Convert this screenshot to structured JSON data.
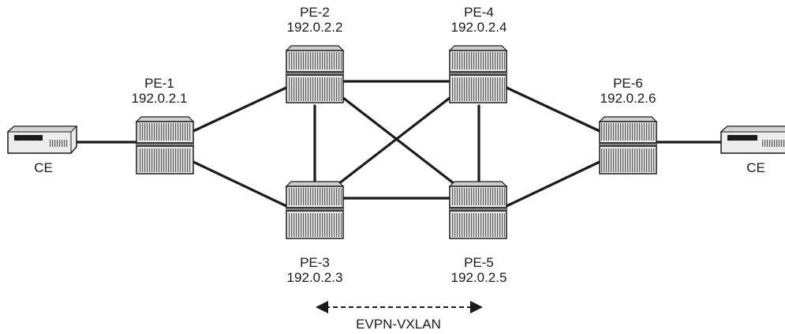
{
  "nodes": {
    "pe1": {
      "name": "PE-1",
      "ip": "192.0.2.1"
    },
    "pe2": {
      "name": "PE-2",
      "ip": "192.0.2.2"
    },
    "pe3": {
      "name": "PE-3",
      "ip": "192.0.2.3"
    },
    "pe4": {
      "name": "PE-4",
      "ip": "192.0.2.4"
    },
    "pe5": {
      "name": "PE-5",
      "ip": "192.0.2.5"
    },
    "pe6": {
      "name": "PE-6",
      "ip": "192.0.2.6"
    },
    "ce_left": {
      "name": "CE"
    },
    "ce_right": {
      "name": "CE"
    }
  },
  "links": [
    [
      "ce_left",
      "pe1"
    ],
    [
      "pe1",
      "pe2"
    ],
    [
      "pe1",
      "pe3"
    ],
    [
      "pe2",
      "pe4"
    ],
    [
      "pe2",
      "pe3"
    ],
    [
      "pe2",
      "pe5"
    ],
    [
      "pe3",
      "pe4"
    ],
    [
      "pe3",
      "pe5"
    ],
    [
      "pe4",
      "pe5"
    ],
    [
      "pe4",
      "pe6"
    ],
    [
      "pe5",
      "pe6"
    ],
    [
      "pe6",
      "ce_right"
    ]
  ],
  "annotation": {
    "label": "EVPN-VXLAN",
    "style": "dashed double-headed arrow"
  },
  "colors": {
    "line": "#1a1a1a",
    "router_fill": "#d9d9d9",
    "router_stripe": "#555555"
  }
}
